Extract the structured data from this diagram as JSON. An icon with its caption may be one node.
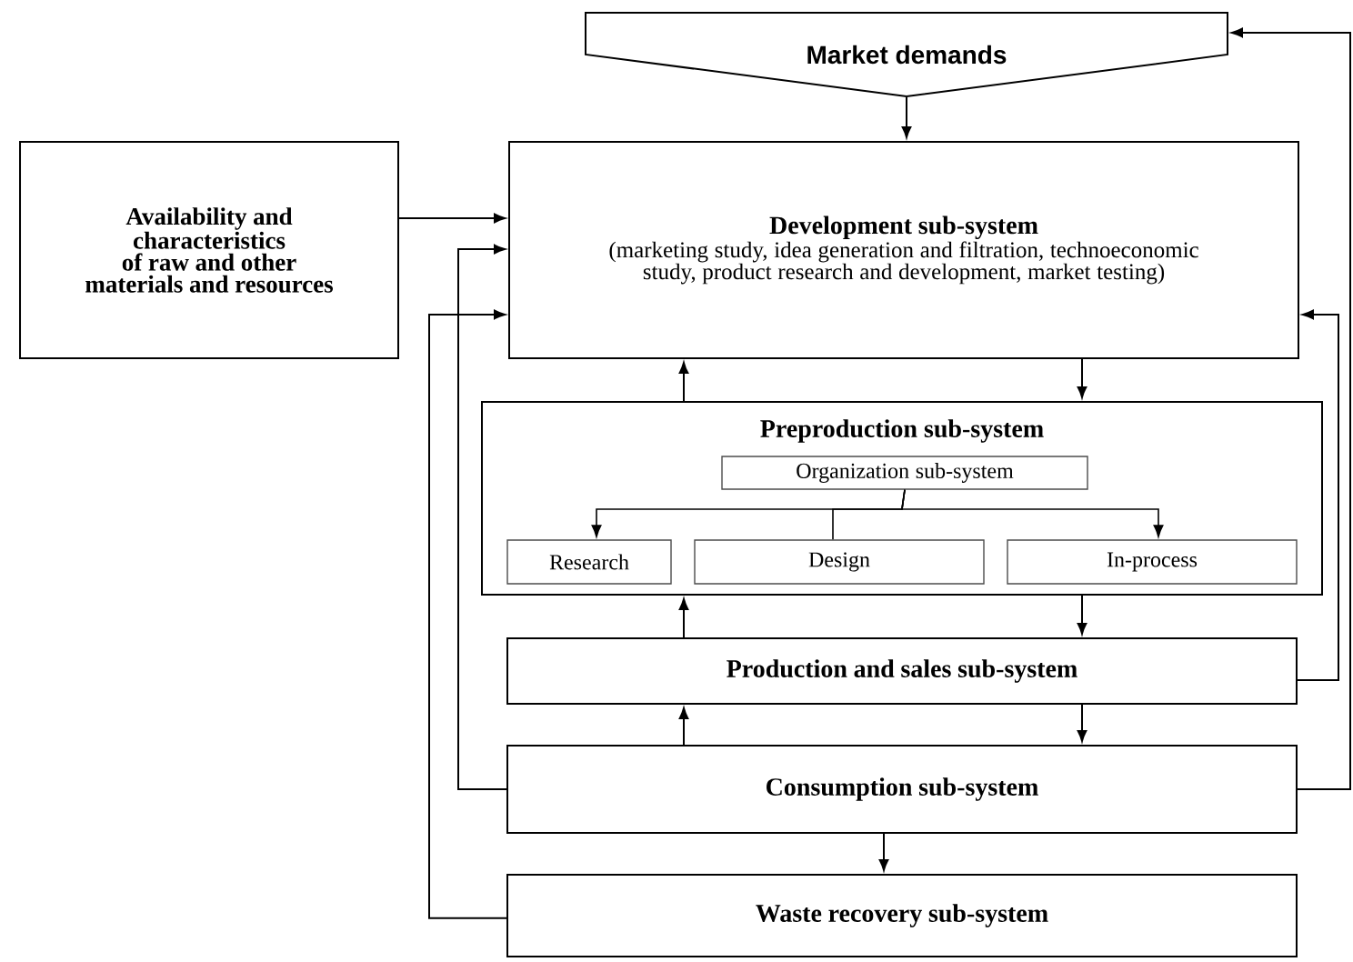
{
  "diagram": {
    "nodes": [
      {
        "text": [
          "Market demands"
        ]
      },
      {
        "text": [
          "Availability and characteristics of raw and other materials and resources"
        ]
      },
      {
        "text": [
          "Development sub-system",
          "(marketing study, idea generation and filtration, technoeconomic study, product research and development, market testing)"
        ]
      },
      {
        "text": [
          "Preproduction sub-system"
        ]
      },
      {
        "text": [
          "Organization sub-system"
        ],
        "in": 3
      },
      {
        "text": [
          "Research"
        ],
        "in": 3
      },
      {
        "text": [
          "Design"
        ],
        "in": 3
      },
      {
        "text": [
          "In-process"
        ],
        "in": 3
      },
      {
        "text": [
          "Production and sales sub-system"
        ]
      },
      {
        "text": [
          "Consumption sub-system"
        ]
      },
      {
        "text": [
          "Waste recovery sub-system"
        ]
      }
    ],
    "edges": [
      {
        "from": 0,
        "to": 2,
        "arrow": "to"
      },
      {
        "from": 1,
        "to": 2,
        "arrow": "to"
      },
      {
        "from": 3,
        "to": 2,
        "arrow": "to"
      },
      {
        "from": 2,
        "to": 3,
        "arrow": "to"
      },
      {
        "from": 4,
        "to": 5,
        "arrow": "to"
      },
      {
        "from": 4,
        "to": 6,
        "arrow": "none"
      },
      {
        "from": 4,
        "to": 7,
        "arrow": "to"
      },
      {
        "from": 8,
        "to": 3,
        "arrow": "to"
      },
      {
        "from": 3,
        "to": 8,
        "arrow": "to"
      },
      {
        "from": 9,
        "to": 8,
        "arrow": "to"
      },
      {
        "from": 8,
        "to": 9,
        "arrow": "to"
      },
      {
        "from": 9,
        "to": 10,
        "arrow": "to"
      },
      {
        "from": 9,
        "to": 2,
        "arrow": "to"
      },
      {
        "from": 10,
        "to": 2,
        "arrow": "to"
      },
      {
        "from": 8,
        "to": 2,
        "arrow": "to"
      },
      {
        "from": 9,
        "to": 0,
        "arrow": "to"
      }
    ]
  }
}
